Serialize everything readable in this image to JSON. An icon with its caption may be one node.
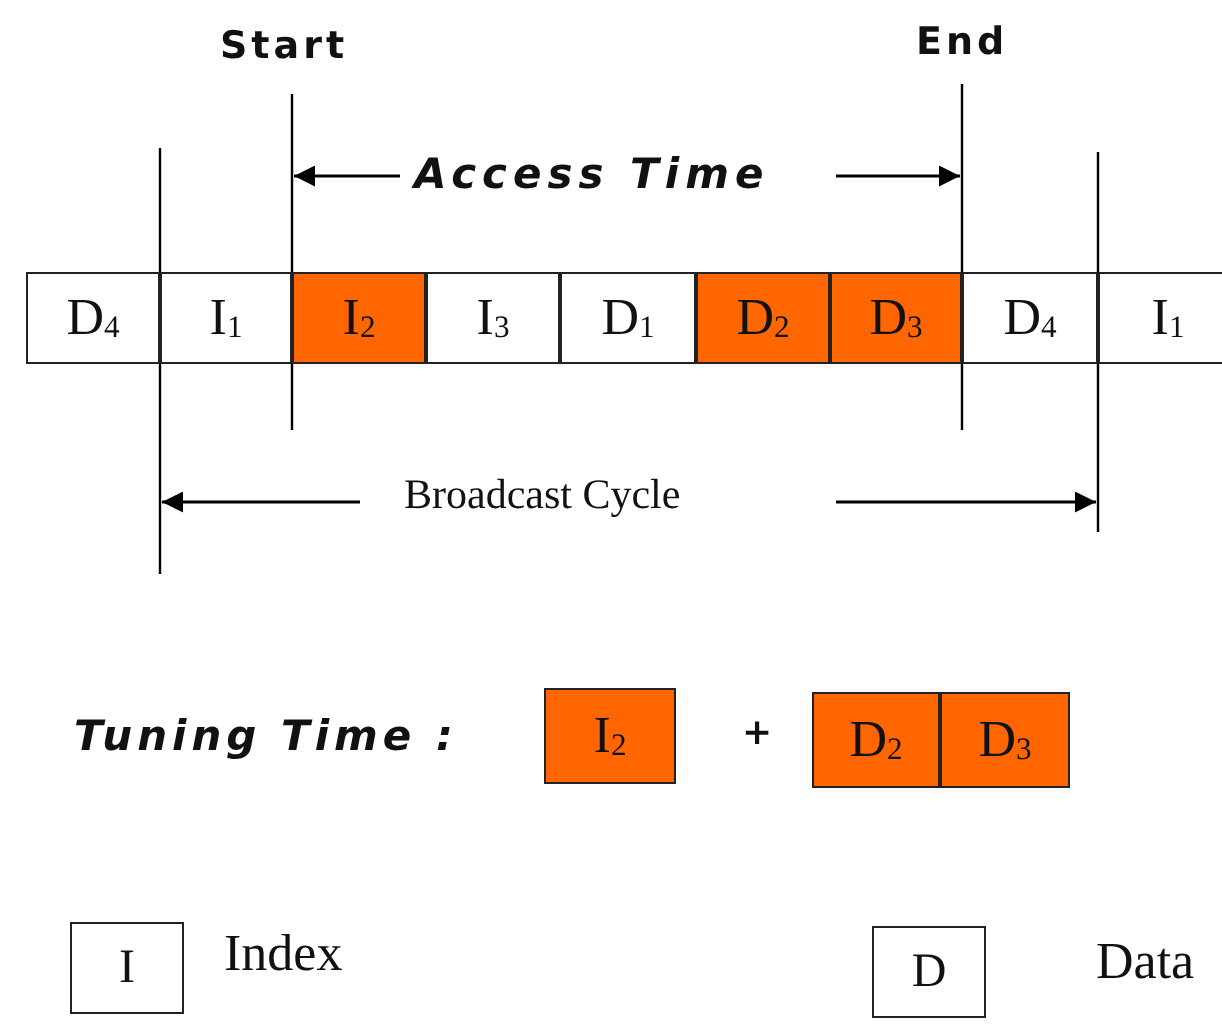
{
  "diagram": {
    "nodes": [
      {
        "text": [
          "D$_{4}$"
        ]
      },
      {
        "text": [
          "I$_{1}$"
        ]
      },
      {
        "text": [
          "I$_{2}$"
        ]
      },
      {
        "text": [
          "I$_{3}$"
        ]
      },
      {
        "text": [
          "D$_{1}$"
        ]
      },
      {
        "text": [
          "D$_{2}$"
        ]
      },
      {
        "text": [
          "D$_{3}$"
        ]
      },
      {
        "text": [
          "D$_{4}$"
        ]
      },
      {
        "text": [
          "I$_{1}$"
        ]
      },
      {
        "text": [
          "I$_{2}$"
        ]
      },
      {
        "text": [
          "D$_{2}$"
        ]
      },
      {
        "text": [
          "D$_{3}$"
        ]
      },
      {
        "text": [
          "I"
        ],
        "beside": [
          "Index"
        ]
      },
      {
        "text": [
          "D"
        ],
        "beside": [
          "Data"
        ]
      }
    ],
    "labels": [
      "Start",
      "End",
      "Access Time",
      "Broadcast Cycle",
      "Tuning Time :",
      "+"
    ]
  }
}
